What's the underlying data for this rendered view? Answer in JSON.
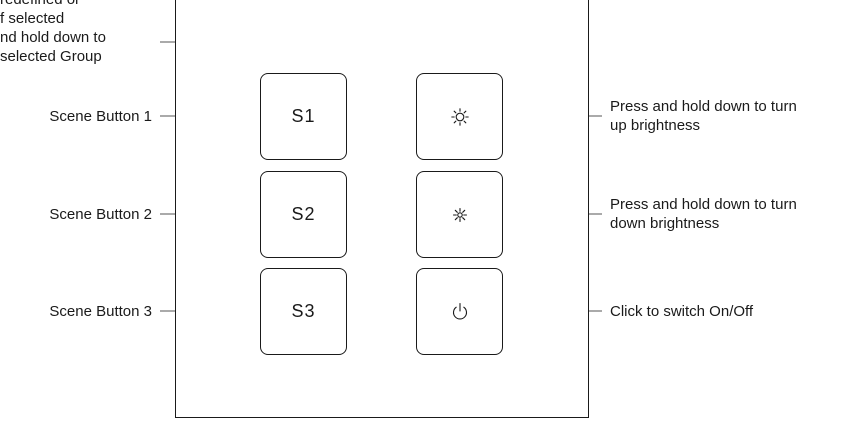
{
  "top_note": {
    "lines": [
      "redefined or",
      "f selected",
      "nd hold down to",
      "selected Group"
    ]
  },
  "buttons": {
    "s1": {
      "label": "S1"
    },
    "s2": {
      "label": "S2"
    },
    "s3": {
      "label": "S3"
    },
    "brightness_up": {
      "icon": "sun-outline-icon"
    },
    "brightness_down": {
      "icon": "sun-small-icon"
    },
    "power": {
      "icon": "power-icon"
    }
  },
  "callouts": {
    "scene1": "Scene Button 1",
    "scene2": "Scene Button 2",
    "scene3": "Scene Button 3",
    "up": [
      "Press and hold down to turn",
      "up brightness"
    ],
    "down": [
      "Press and hold down to turn",
      "down brightness"
    ],
    "onoff": "Click to switch On/Off"
  },
  "colors": {
    "ink": "#1a1a1a",
    "leader_line": "#555555",
    "background": "#ffffff"
  }
}
